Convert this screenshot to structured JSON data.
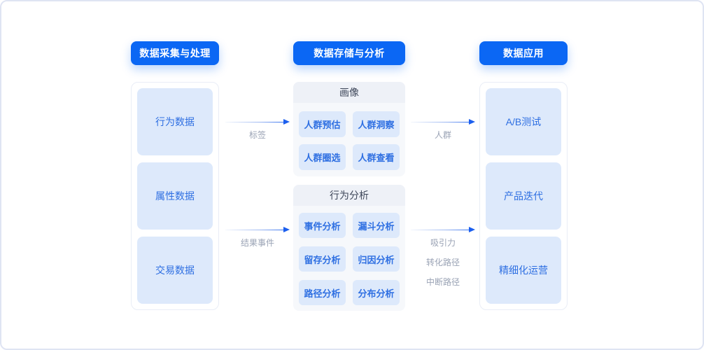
{
  "colors": {
    "primary_blue": "#0b67f4",
    "light_blue_fill": "#dde9fb",
    "blue_text": "#2e6fe2",
    "section_bg": "#f6f8fb",
    "section_band_bg": "#eef1f7",
    "section_band_text": "#3d4659",
    "arrow_blue": "#1c5fee",
    "label_gray": "#9aa3b5",
    "frame_border": "#dfe4f3"
  },
  "columns": [
    {
      "header": "数据采集与处理",
      "items": [
        "行为数据",
        "属性数据",
        "交易数据"
      ]
    },
    {
      "header": "数据存储与分析",
      "sections": [
        {
          "title": "画像",
          "items": [
            "人群预估",
            "人群洞察",
            "人群圈选",
            "人群查看"
          ]
        },
        {
          "title": "行为分析",
          "items": [
            "事件分析",
            "漏斗分析",
            "留存分析",
            "归因分析",
            "路径分析",
            "分布分析"
          ]
        }
      ]
    },
    {
      "header": "数据应用",
      "items": [
        "A/B测试",
        "产品迭代",
        "精细化运营"
      ]
    }
  ],
  "arrows": [
    {
      "labels": [
        "标签"
      ]
    },
    {
      "labels": [
        "结果事件"
      ]
    },
    {
      "labels": [
        "人群"
      ]
    },
    {
      "labels": [
        "吸引力",
        "转化路径",
        "中断路径"
      ]
    }
  ]
}
